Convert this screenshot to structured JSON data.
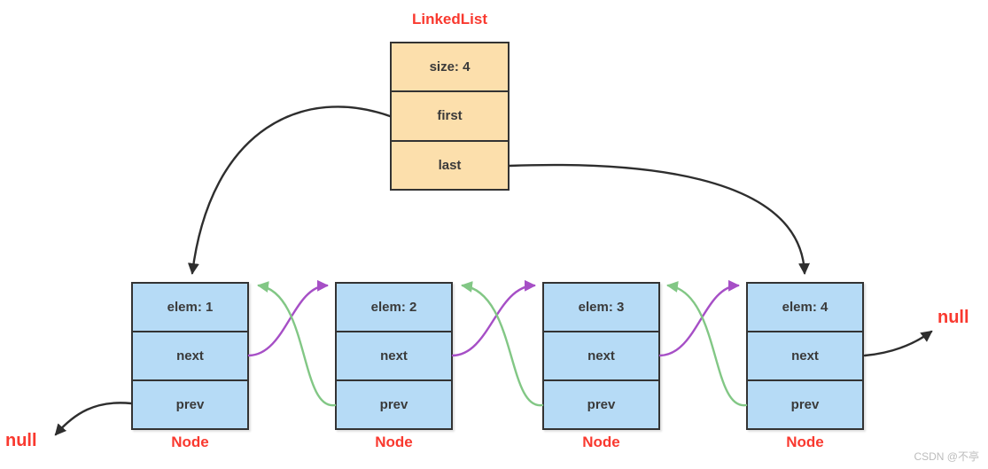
{
  "diagram": {
    "title": "LinkedList",
    "linkedlist": {
      "size": "size: 4",
      "first": "first",
      "last": "last"
    },
    "nodes": [
      {
        "elem": "elem: 1",
        "next": "next",
        "prev": "prev",
        "caption": "Node"
      },
      {
        "elem": "elem: 2",
        "next": "next",
        "prev": "prev",
        "caption": "Node"
      },
      {
        "elem": "elem: 3",
        "next": "next",
        "prev": "prev",
        "caption": "Node"
      },
      {
        "elem": "elem: 4",
        "next": "next",
        "prev": "prev",
        "caption": "Node"
      }
    ],
    "null_left": "null",
    "null_right": "null",
    "watermark": "CSDN @不亭"
  },
  "colors": {
    "list_fill": "#fcdfac",
    "node_fill": "#b6dbf6",
    "border": "#333333",
    "text": "#3a3a3a",
    "red": "#f9392f",
    "purple": "#a64fc6",
    "green": "#82c785",
    "black_arrow": "#2e2e2e",
    "watermark_gray": "#bcbcbc"
  }
}
